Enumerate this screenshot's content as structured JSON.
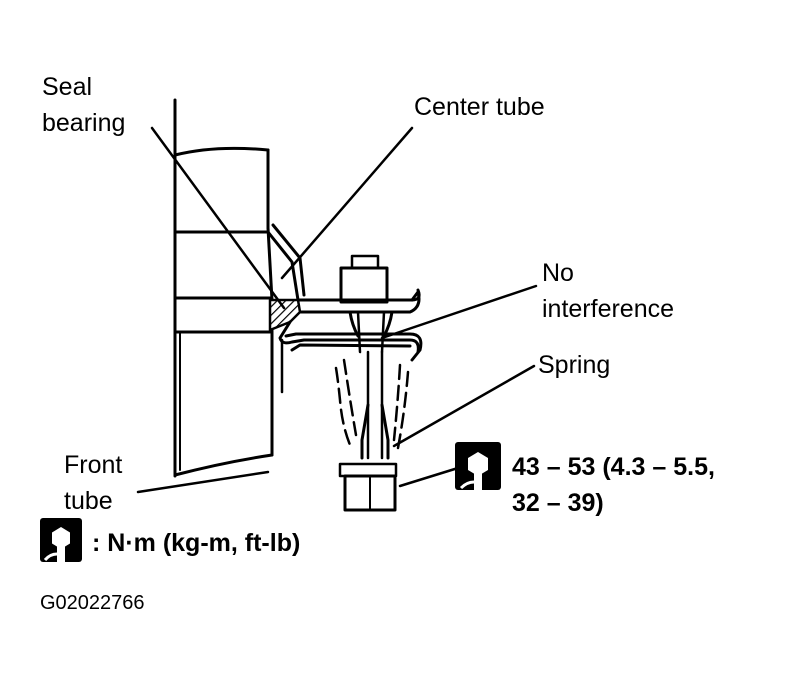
{
  "labels": {
    "seal_bearing_line1": "Seal",
    "seal_bearing_line2": "bearing",
    "center_tube": "Center tube",
    "no_interference_line1": "No",
    "no_interference_line2": "interference",
    "spring": "Spring",
    "front_tube_line1": "Front",
    "front_tube_line2": "tube"
  },
  "torque_spec": {
    "icon": "torque-wrench-icon",
    "line1": "43 – 53 (4.3 – 5.5,",
    "line2": "32 – 39)"
  },
  "legend": {
    "icon": "torque-wrench-icon",
    "text": ": N·m (kg-m, ft-lb)"
  },
  "figure_id": "G02022766"
}
